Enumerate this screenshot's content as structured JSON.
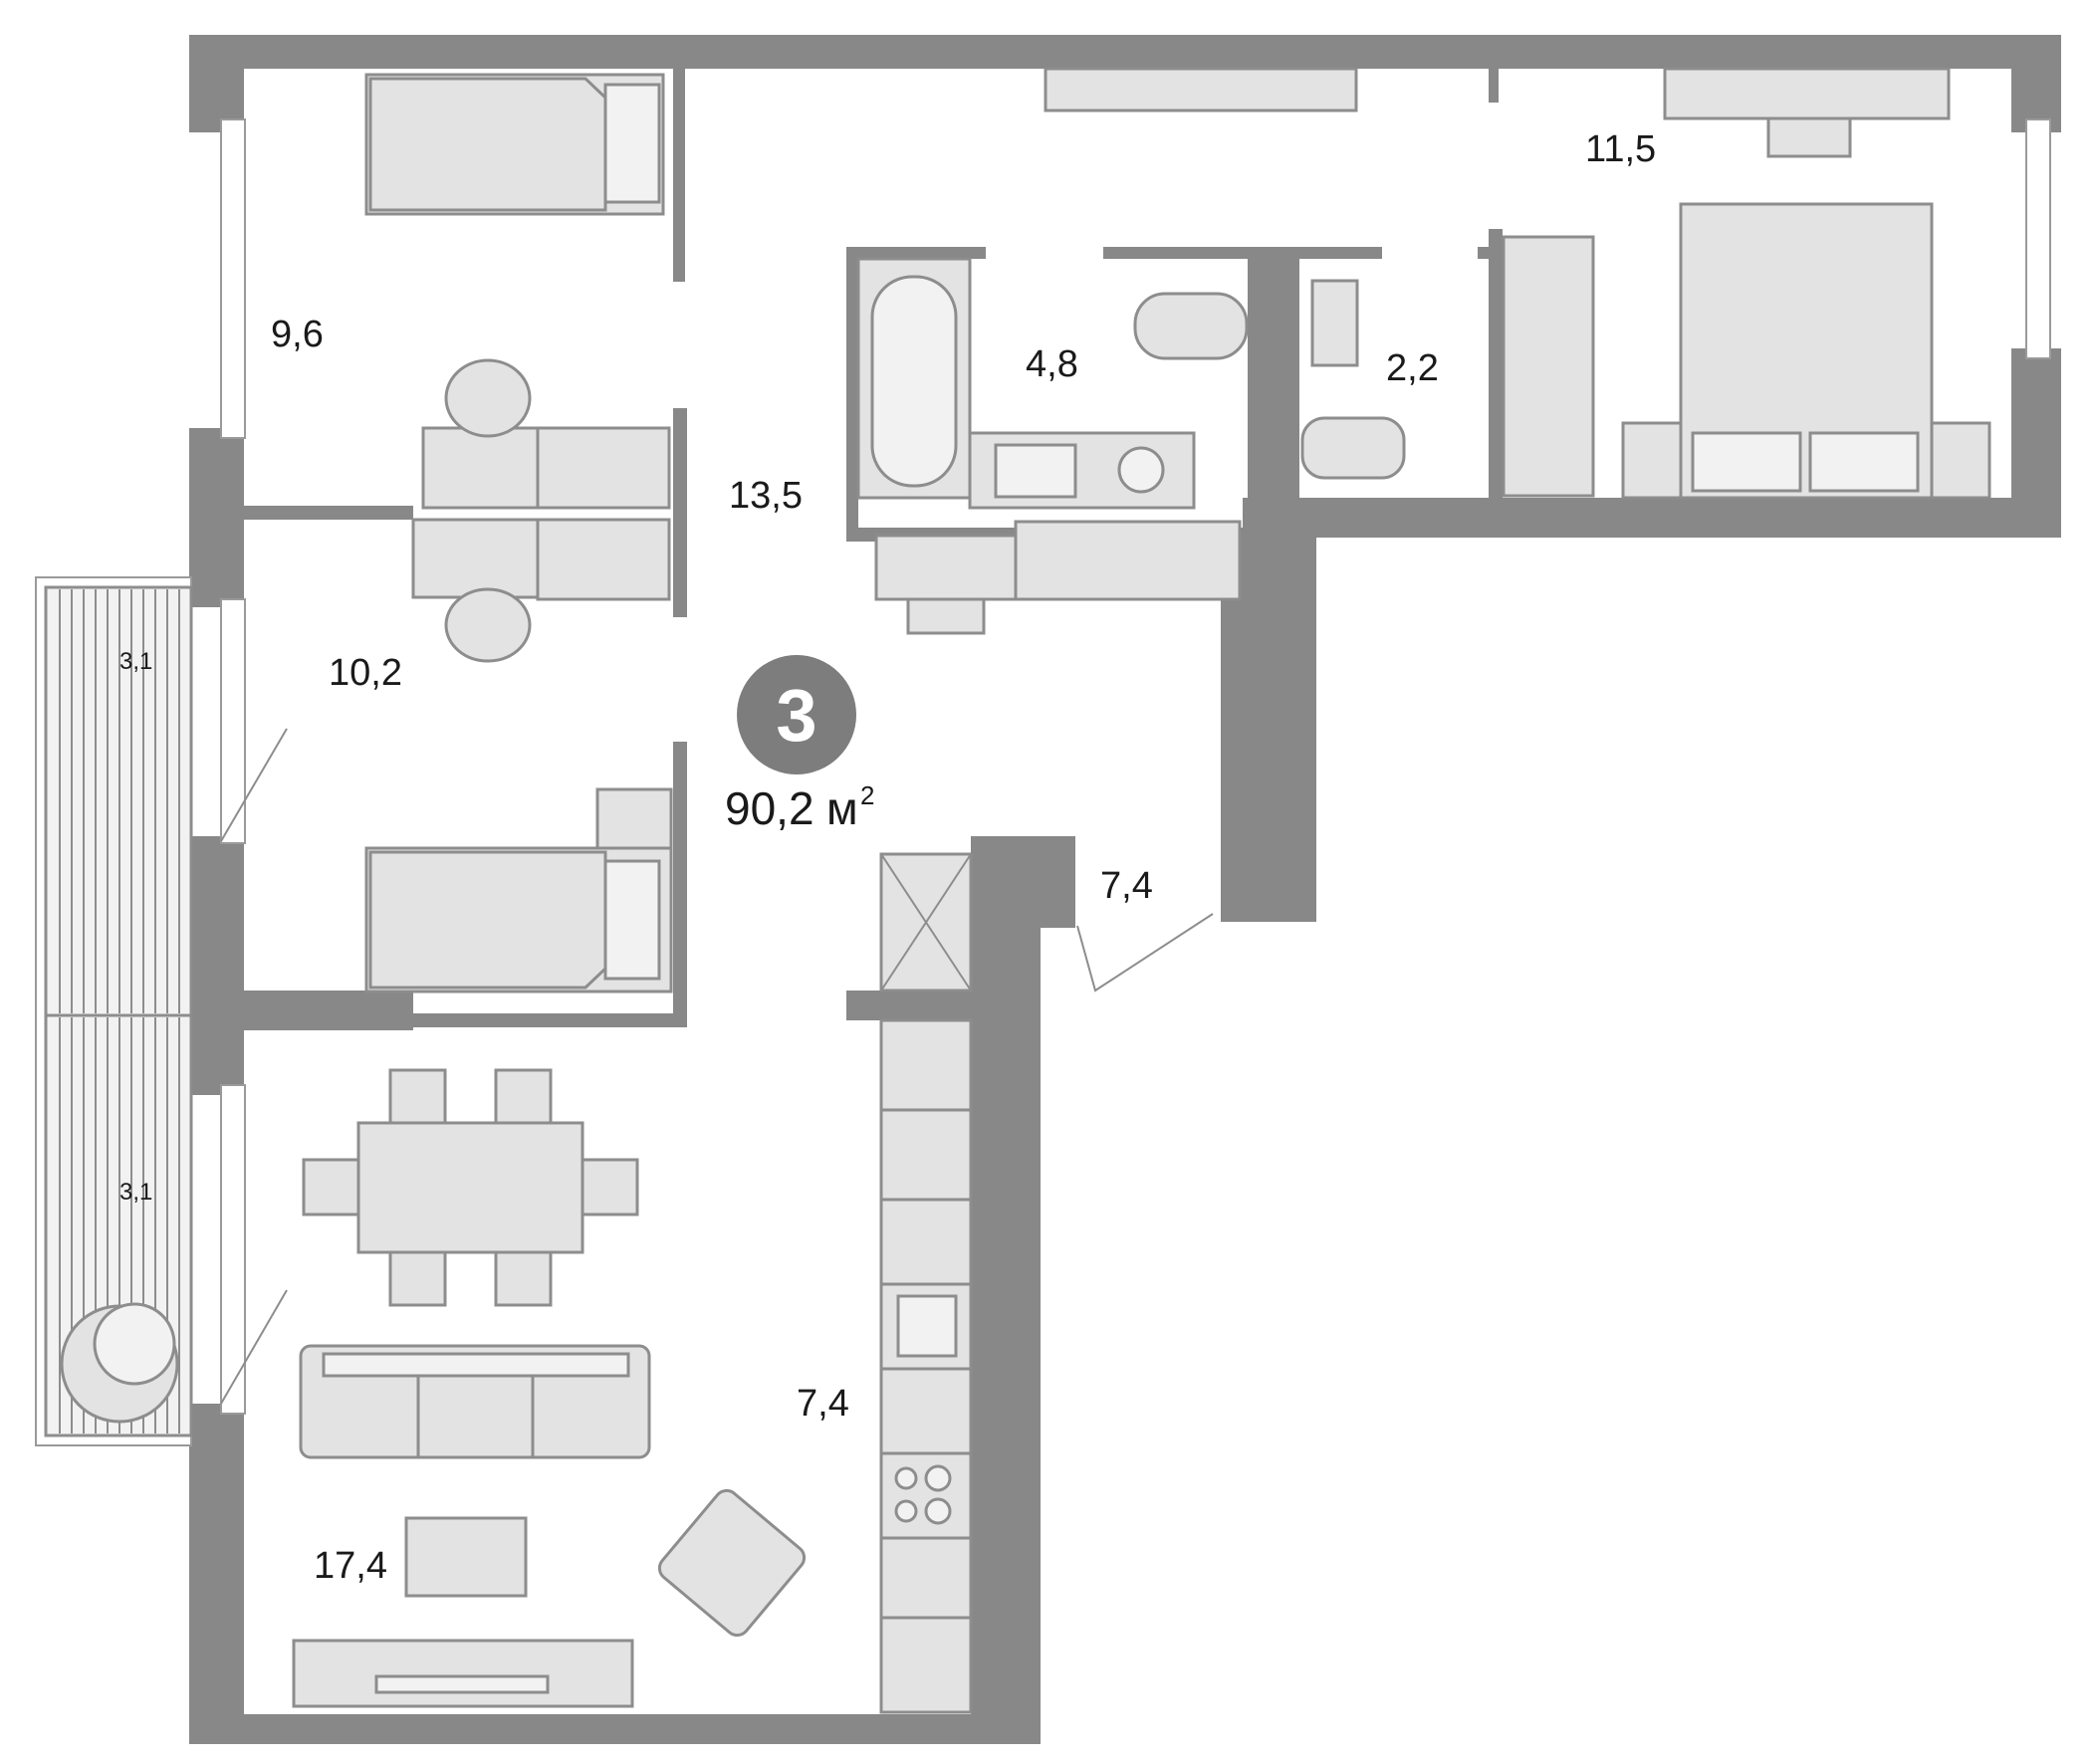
{
  "plan": {
    "room_count": "3",
    "total_area": "90,2",
    "total_unit": "м",
    "total_unit_sup": "2",
    "rooms": [
      {
        "id": "bedroom-1",
        "area": "9,6"
      },
      {
        "id": "bedroom-2",
        "area": "10,2"
      },
      {
        "id": "hallway",
        "area": "13,5"
      },
      {
        "id": "bathroom",
        "area": "4,8"
      },
      {
        "id": "toilet",
        "area": "2,2"
      },
      {
        "id": "master-bedroom",
        "area": "11,5"
      },
      {
        "id": "entrance",
        "area": "7,4"
      },
      {
        "id": "kitchen",
        "area": "7,4"
      },
      {
        "id": "living-room",
        "area": "17,4"
      },
      {
        "id": "balcony-upper",
        "area": "3,1"
      },
      {
        "id": "balcony-lower",
        "area": "3,1"
      }
    ]
  },
  "colors": {
    "wall": "#888888",
    "furniture_fill": "#e3e3e3",
    "furniture_stroke": "#8d8d8d",
    "badge": "#7d7d7d"
  }
}
